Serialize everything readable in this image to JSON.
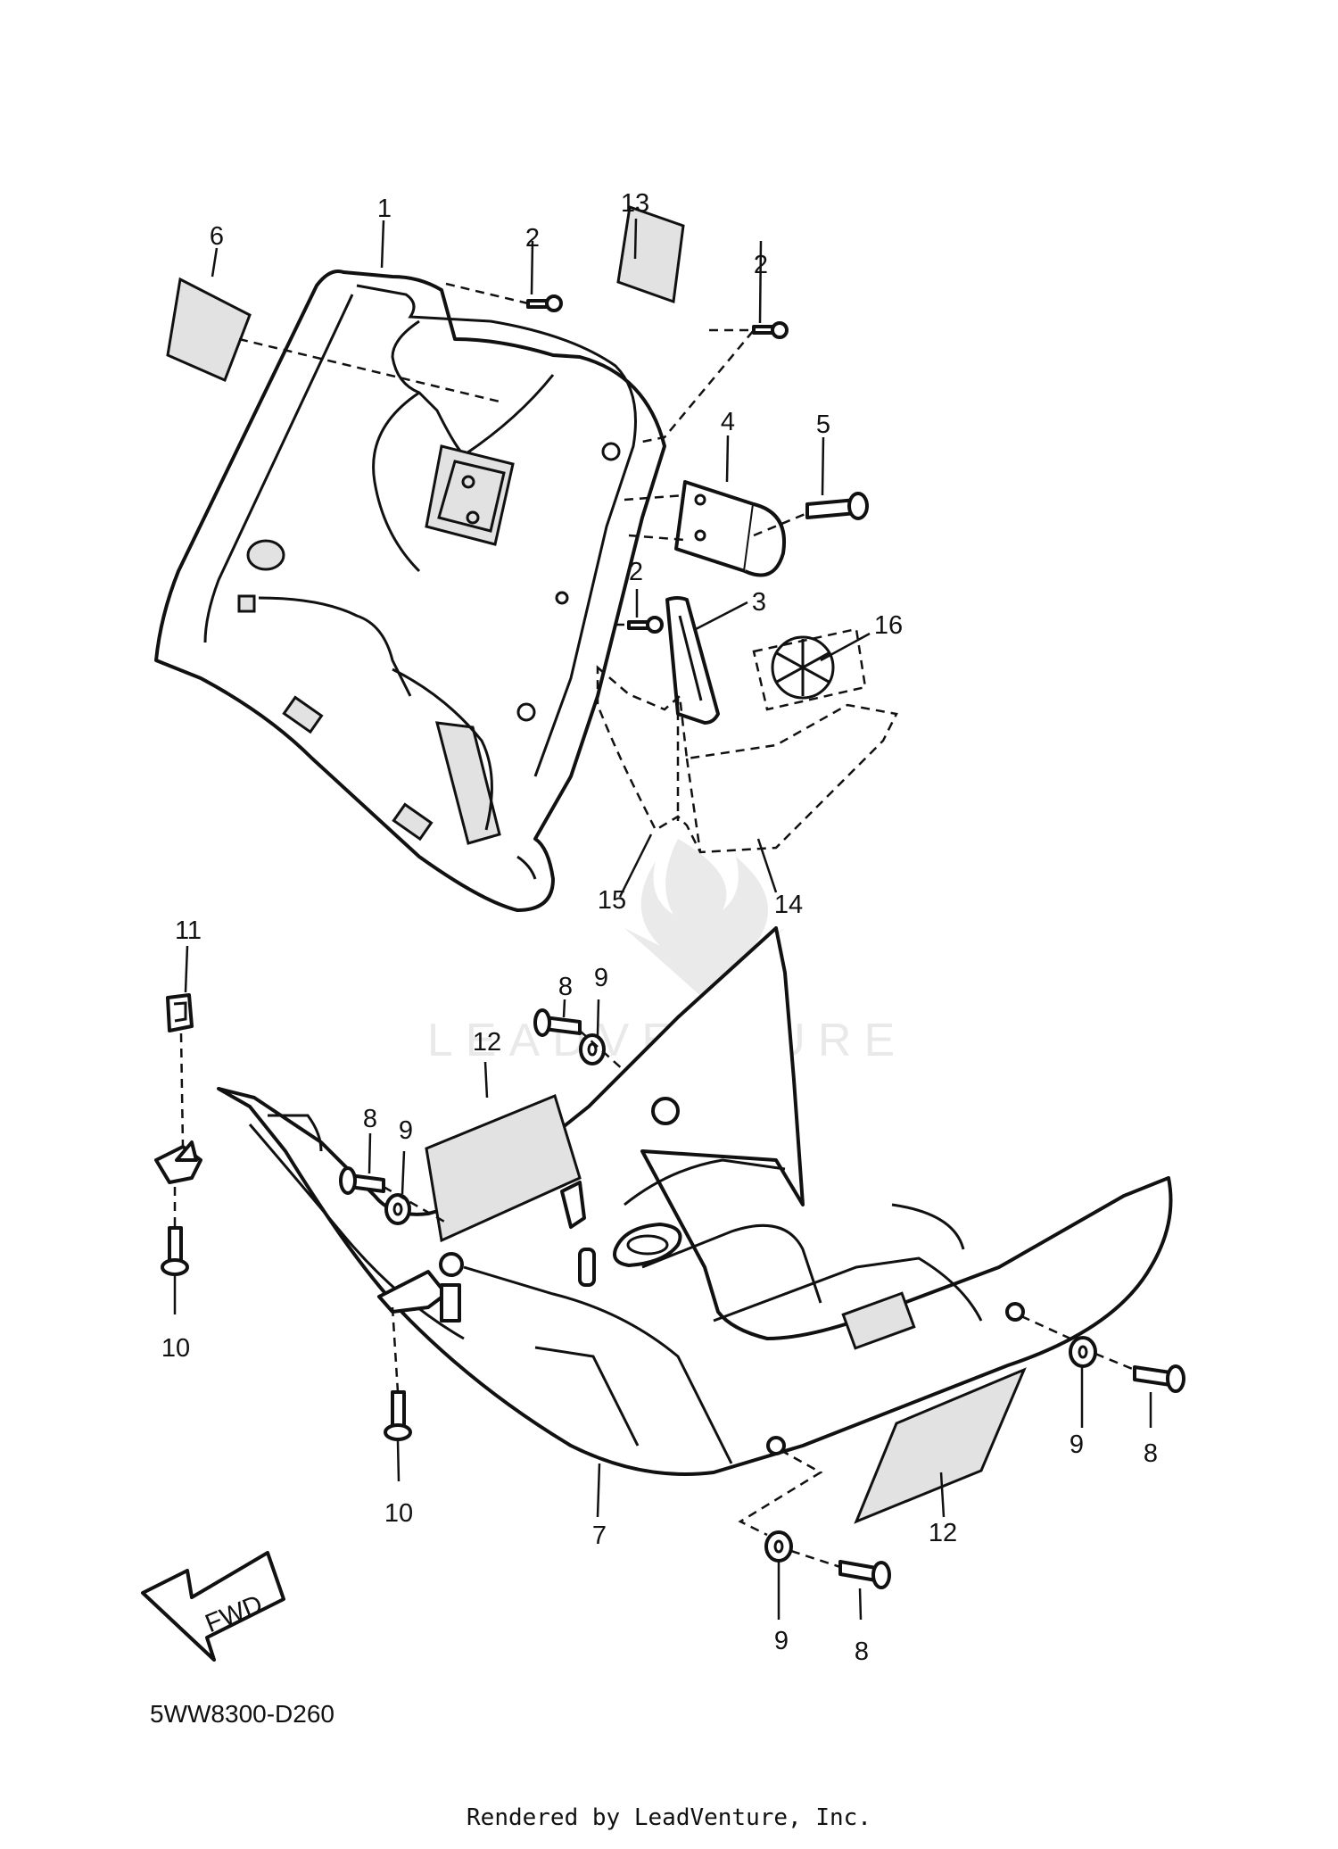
{
  "diagram": {
    "labels": {
      "l1": "1",
      "l2a": "2",
      "l2b": "2",
      "l2c": "2",
      "l3": "3",
      "l4": "4",
      "l5": "5",
      "l6": "6",
      "l7": "7",
      "l8a": "8",
      "l8b": "8",
      "l8c": "8",
      "l8d": "8",
      "l9a": "9",
      "l9b": "9",
      "l9c": "9",
      "l9d": "9",
      "l10a": "10",
      "l10b": "10",
      "l11": "11",
      "l12a": "12",
      "l12b": "12",
      "l13": "13",
      "l14": "14",
      "l15": "15",
      "l16": "16"
    },
    "fwd_label": "FWD",
    "watermark": "LEADVENTURE",
    "diagram_code": "5WW8300-D260"
  },
  "footer": "Rendered by LeadVenture, Inc."
}
